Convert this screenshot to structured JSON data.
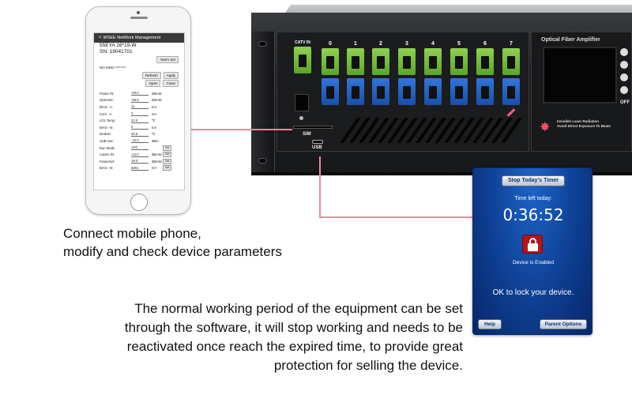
{
  "device": {
    "catv_label": "CATV IN",
    "port_numbers": [
      "0",
      "1",
      "2",
      "3",
      "4",
      "5",
      "6",
      "7"
    ],
    "sim_label": "SIM",
    "usb_label": "USB",
    "panel_title": "Optical Fiber Amplifier",
    "warning_line1": "Invisible Laser Radiation",
    "warning_line2": "Avoid Direct Exposure To Beam",
    "off_label": "OFF"
  },
  "phone": {
    "app_title": "WSEE NetWork Management",
    "model": "55EYA 16*19-W",
    "serial": "SN: 19041701",
    "alarm_button": "Alarm Set",
    "mod_label": "NO MOD",
    "mod_status": "unknown",
    "refresh_button": "Refresh",
    "apply_button": "Apply",
    "open_button": "Open",
    "close_button": "Close",
    "params": [
      {
        "label": "Power IN:",
        "value": "-90.0",
        "unit": "dBmW",
        "set": ""
      },
      {
        "label": "OpticOut:",
        "value": "-99.9",
        "unit": "dBmW",
        "set": ""
      },
      {
        "label": "BIAS - A:",
        "value": "11",
        "unit": "mA",
        "set": ""
      },
      {
        "label": "Cool - A:",
        "value": "3",
        "unit": "mA",
        "set": ""
      },
      {
        "label": "LD1 Temp:",
        "value": "22.0",
        "unit": "℃",
        "set": ""
      },
      {
        "label": "BIAS - B:",
        "value": "0",
        "unit": "mA",
        "set": ""
      },
      {
        "label": "Module:",
        "value": "20.5",
        "unit": "℃",
        "set": ""
      },
      {
        "label": "SUB Out:",
        "value": "-10.0",
        "unit": "dBm",
        "set": ""
      },
      {
        "label": "Run Mode",
        "value": "APC",
        "unit": "",
        "set": "Set"
      },
      {
        "label": "LaserL IN:",
        "value": "-12.0",
        "unit": "dBmW",
        "set": "Set"
      },
      {
        "label": "PowerSet:",
        "value": "19.3",
        "unit": "dBmW",
        "set": "Set"
      },
      {
        "label": "BIAS - B:",
        "value": "3001",
        "unit": "mA",
        "set": "Set"
      }
    ]
  },
  "timer_app": {
    "stop_button": "Stop Today's Timer",
    "time_left_label": "Time left today:",
    "time_left": "0:36:52",
    "status": "Device is Enabled",
    "ok_text": "OK to lock your device.",
    "help_button": "Help",
    "parent_button": "Parent Options"
  },
  "captions": {
    "phone_line1": "Connect mobile phone,",
    "phone_line2": "modify and check device parameters",
    "timer_line1": "The normal working period of the equipment can be set",
    "timer_line2": "through the software, it will stop working and needs to be",
    "timer_line3": "reactivated once reach the expired time, to provide great",
    "timer_line4": "protection for selling the device."
  },
  "colors": {
    "connector": "#ee8a98",
    "green_port": "#6cc036",
    "blue_port": "#2563c4",
    "timer_bg": "#0e3f92"
  }
}
